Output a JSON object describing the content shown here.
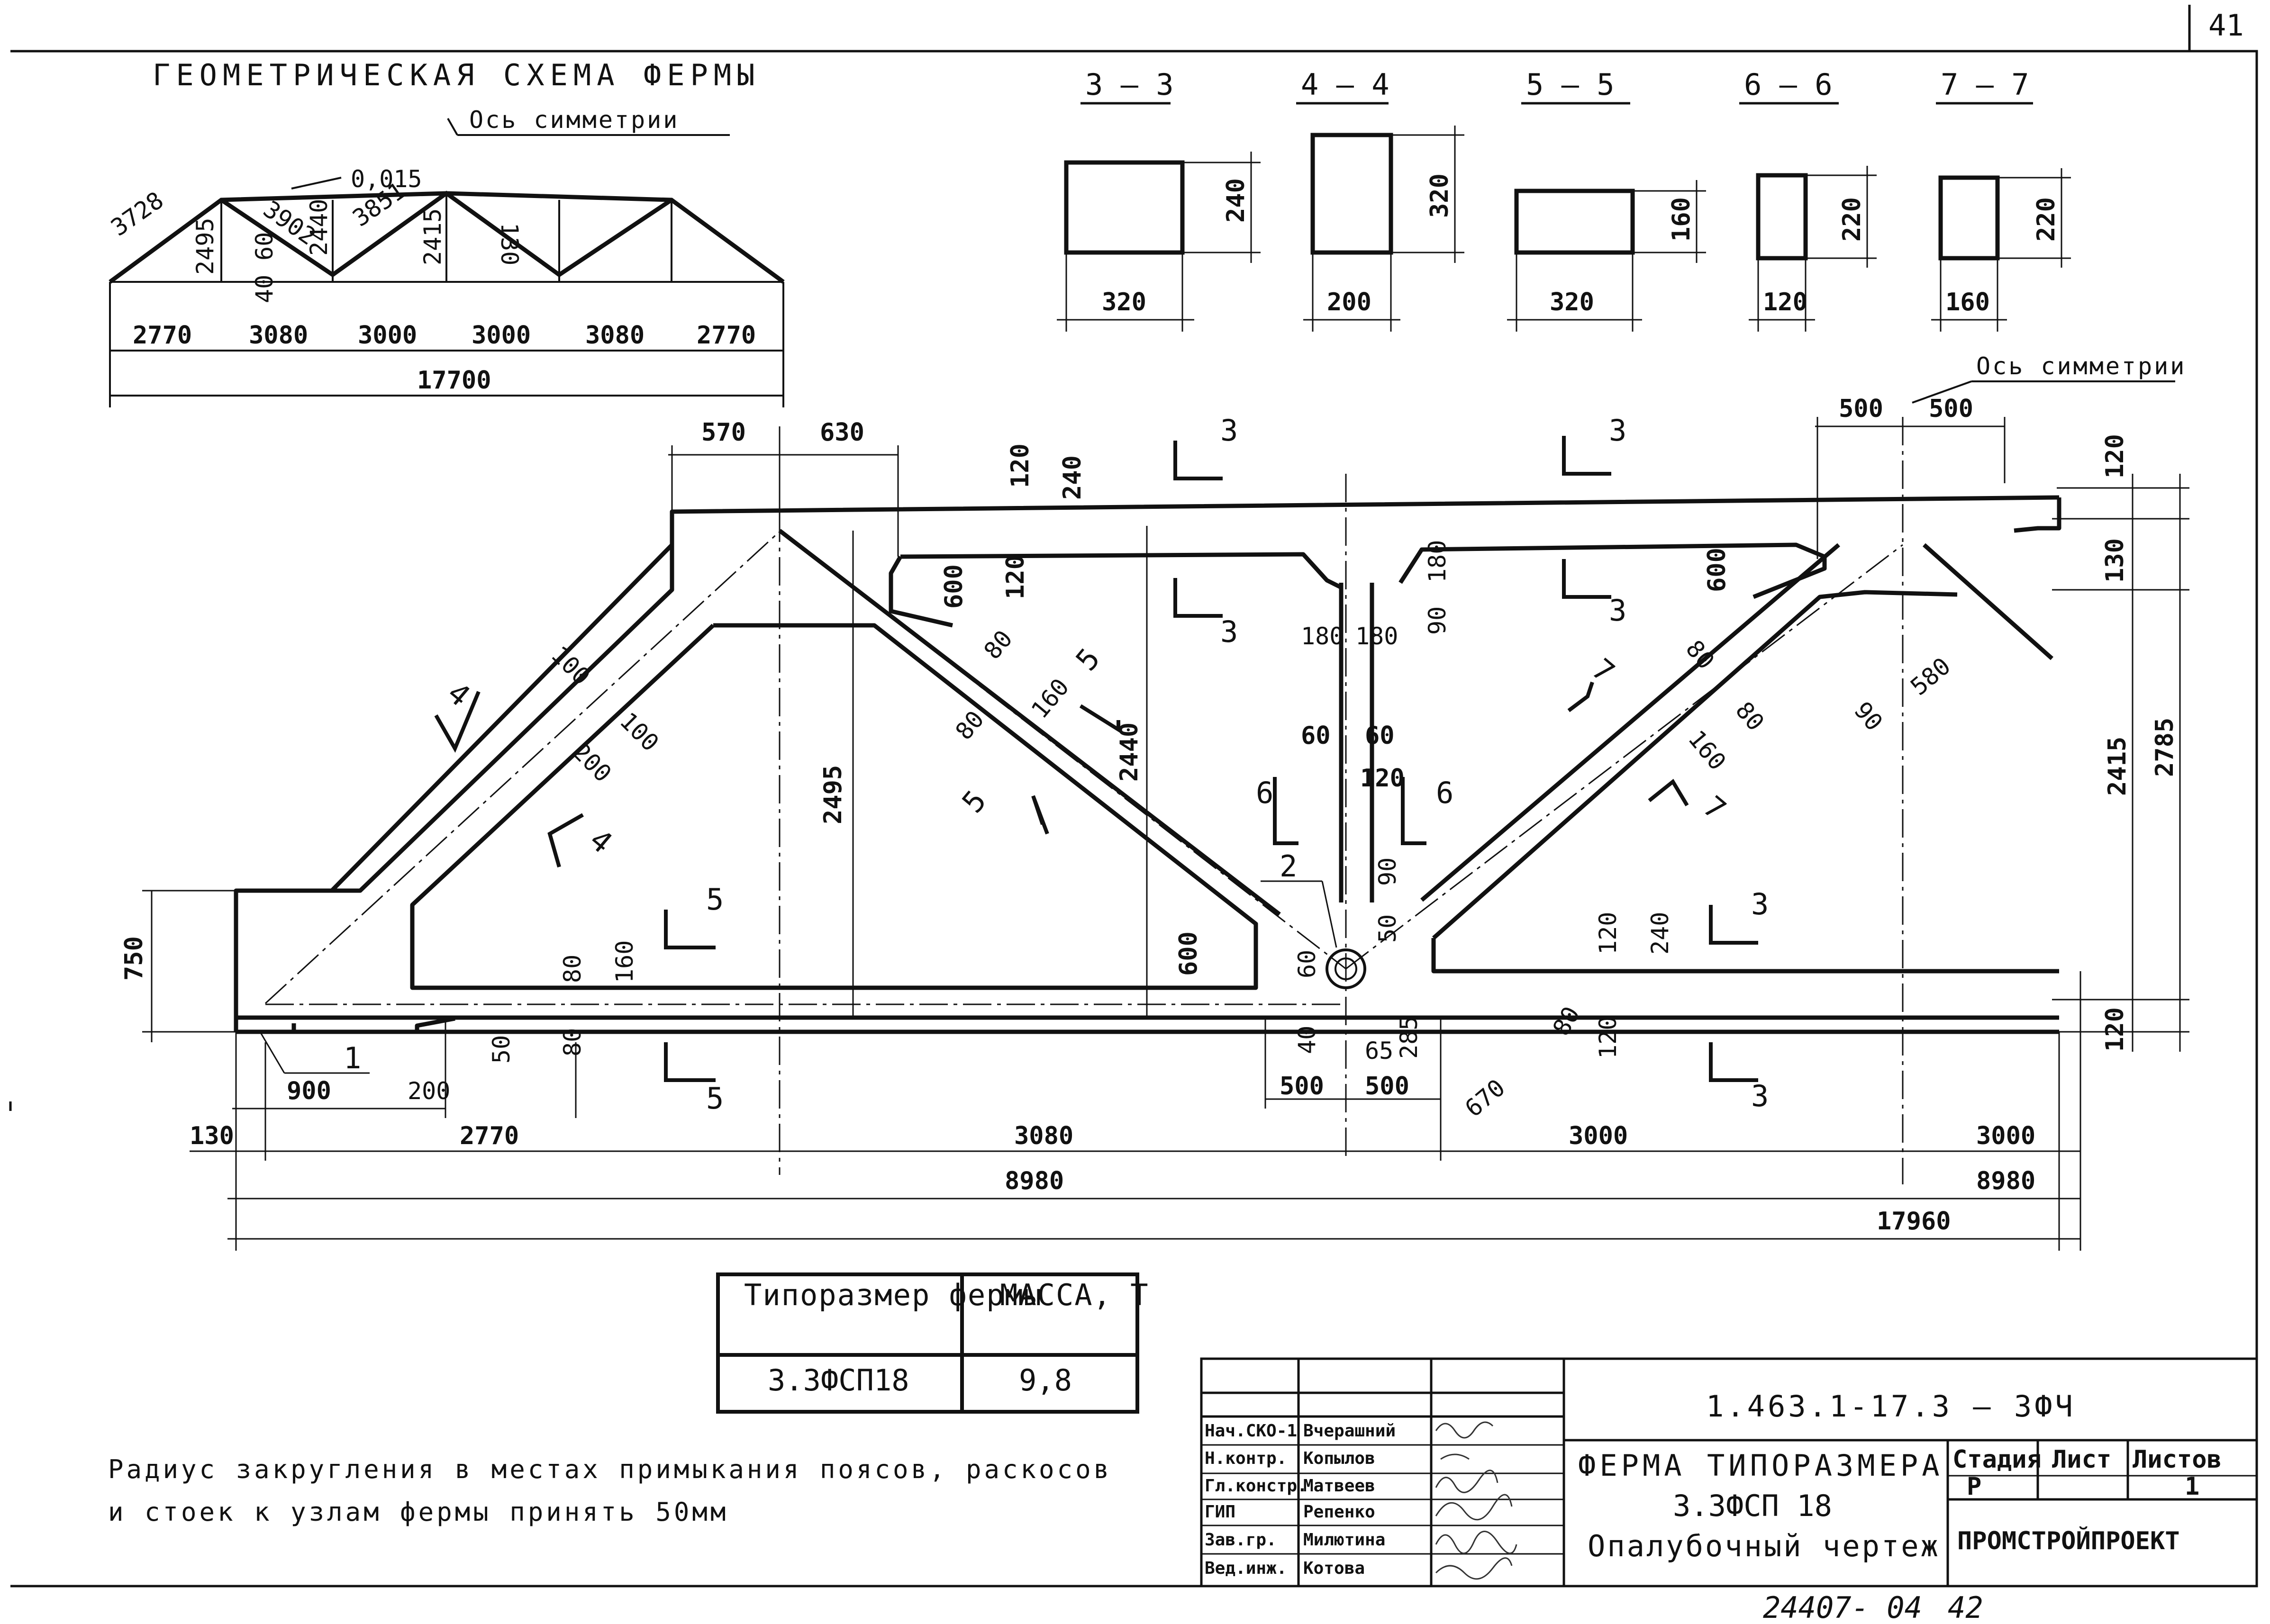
{
  "sheet": {
    "sheet_no": "41",
    "bottom_code": "24407- 04",
    "bottom_page": "42"
  },
  "schema": {
    "title": "ГЕОМЕТРИЧЕСКАЯ СХЕМА ФЕРМЫ",
    "sym_axis": "Ось симметрии",
    "slope": "0,015",
    "members": [
      "3728",
      "2495",
      "3902",
      "2440",
      "3851",
      "2415",
      "130",
      "60",
      "40"
    ],
    "panels": [
      "2770",
      "3080",
      "3000",
      "3000",
      "3080",
      "2770"
    ],
    "total": "17700"
  },
  "sections": [
    {
      "label": "3 – 3",
      "w": "320",
      "h": "240"
    },
    {
      "label": "4 – 4",
      "w": "200",
      "h": "320"
    },
    {
      "label": "5 – 5",
      "w": "320",
      "h": "160"
    },
    {
      "label": "6 – 6",
      "w": "120",
      "h": "220"
    },
    {
      "label": "7 – 7",
      "w": "160",
      "h": "220"
    }
  ],
  "main": {
    "sym_axis": "Ось симметрии",
    "top_dims": [
      "570",
      "630",
      "120",
      "240",
      "500",
      "500",
      "120"
    ],
    "inner_dims": [
      "600",
      "120",
      "180",
      "90",
      "180",
      "180",
      "600",
      "130"
    ],
    "diag_dims": [
      "100",
      "100",
      "200",
      "80",
      "80",
      "160",
      "80",
      "80",
      "160",
      "580",
      "90"
    ],
    "post_dims": [
      "60",
      "60",
      "120",
      "90",
      "50"
    ],
    "heights": [
      "2495",
      "2440",
      "2415",
      "2785",
      "750"
    ],
    "bottom_small": [
      "80",
      "160",
      "600",
      "80",
      "50",
      "60",
      "40",
      "65",
      "285",
      "120",
      "240",
      "120",
      "80",
      "120",
      "670"
    ],
    "bottom_dims": [
      "900",
      "200",
      "500",
      "500"
    ],
    "chain1": [
      "130",
      "2770",
      "3080",
      "3000",
      "3000"
    ],
    "chain2": [
      "8980",
      "8980"
    ],
    "total": "17960",
    "marks": [
      "1",
      "2"
    ],
    "cuts": [
      "3",
      "3",
      "3",
      "3",
      "3",
      "3",
      "4",
      "4",
      "5",
      "5",
      "5",
      "5",
      "6",
      "6",
      "7",
      "7"
    ]
  },
  "mass_table": {
    "headers": [
      "Типоразмер фермы",
      "МАССА, Т"
    ],
    "type": "3.3ФСП18",
    "mass": "9,8"
  },
  "note": {
    "line1": "Радиус закругления в местах примыкания поясов, раскосов",
    "line2": "и стоек к узлам фермы принять 50мм"
  },
  "title_block": {
    "code": "1.463.1-17.3 – 3ФЧ",
    "roles": [
      "Нач.СКО-1",
      "Н.контр.",
      "Гл.констр.",
      "ГИП",
      "Зав.гр.",
      "Вед.инж."
    ],
    "names": [
      "Вчерашний",
      "Копылов",
      "Матвеев",
      "Репенко",
      "Милютина",
      "Котова"
    ],
    "title_lines": [
      "ФЕРМА ТИПОРАЗМЕРА",
      "3.3ФСП 18",
      "Опалубочный чертеж"
    ],
    "stage_headers": [
      "Стадия",
      "Лист",
      "Листов"
    ],
    "stage": "Р",
    "listov": "1",
    "org": "ПРОМСТРОЙПРОЕКТ"
  }
}
